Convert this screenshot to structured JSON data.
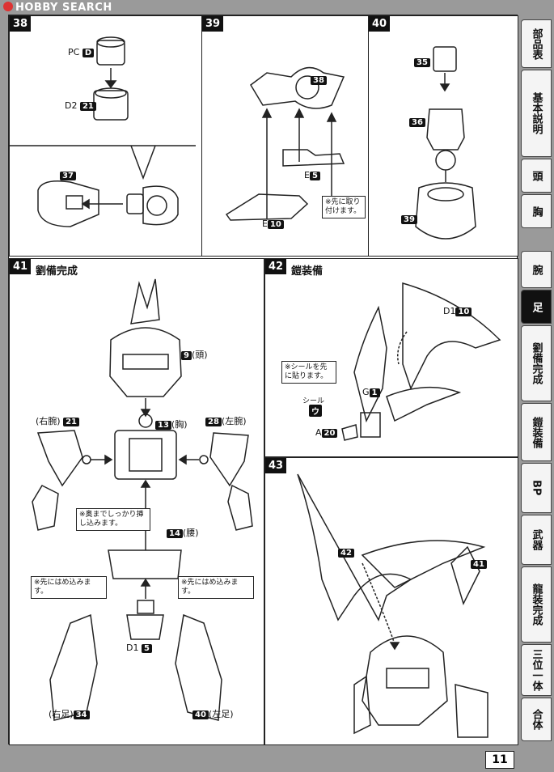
{
  "logo": {
    "text": "HOBBY SEARCH"
  },
  "page_number": "11",
  "steps": {
    "s38": {
      "num": "38",
      "label_pc": "PC",
      "label_pc_part": "D",
      "label_d2": "D2",
      "label_d2_part": "21",
      "label_37": "37"
    },
    "s39": {
      "num": "39",
      "label_38": "38",
      "label_e5": "E",
      "label_e5_part": "5",
      "label_e10": "E",
      "label_e10_part": "10",
      "note": "※先に取り付けます。"
    },
    "s40": {
      "num": "40",
      "label_35": "35",
      "label_36": "36",
      "label_39": "39"
    },
    "s41": {
      "num": "41",
      "title": "劉備完成",
      "head": "(頭)",
      "head_part": "9",
      "chest": "(胸)",
      "chest_part": "13",
      "right_arm": "(右腕)",
      "right_arm_part": "21",
      "left_arm": "(左腕)",
      "left_arm_part": "28",
      "waist": "(腰)",
      "waist_part": "14",
      "note_deep": "※奥までしっかり挿し込みます。",
      "note_first_l": "※先にはめ込みます。",
      "note_first_r": "※先にはめ込みます。",
      "d1": "D1",
      "d1_part": "5",
      "right_leg": "(右足)",
      "right_leg_part": "34",
      "left_leg": "(左足)",
      "left_leg_part": "40"
    },
    "s42": {
      "num": "42",
      "title": "鎧装備",
      "d1": "D1",
      "d1_part": "10",
      "note_seal": "※シールを先に貼ります。",
      "seal": "シール",
      "seal_part": "ウ",
      "g": "G",
      "g_part": "1",
      "a": "A",
      "a_part": "20"
    },
    "s43": {
      "num": "43",
      "label_42": "42",
      "label_41": "41"
    }
  },
  "tabs": [
    "部品表",
    "基本説明",
    "頭",
    "胸",
    "腕",
    "足",
    "劉備完成",
    "鎧装備",
    "BP",
    "武器",
    "龍装完成",
    "三位一体",
    "合体"
  ],
  "active_tab_index": 5
}
